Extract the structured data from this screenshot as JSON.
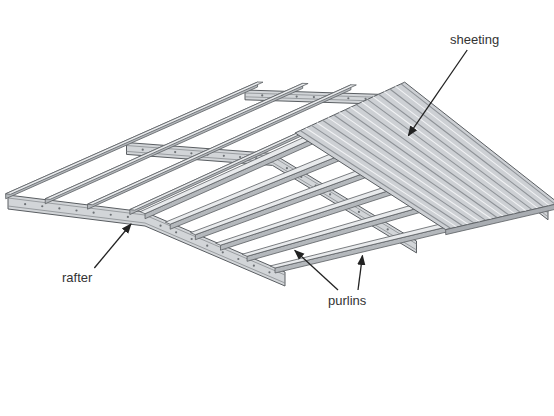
{
  "diagram": {
    "labels": [
      "sheeting",
      "rafter",
      "purlins"
    ]
  }
}
